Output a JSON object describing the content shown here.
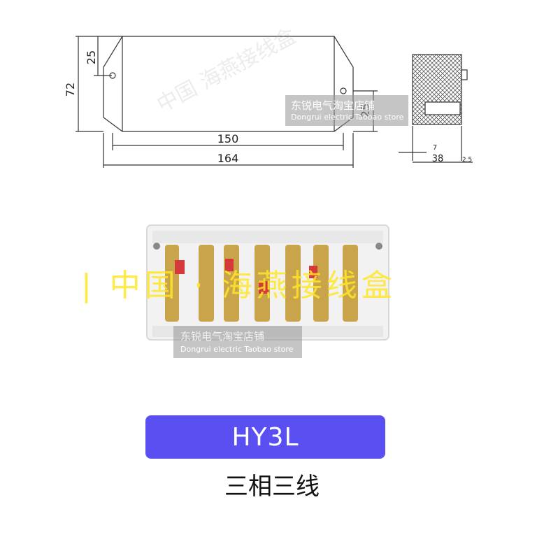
{
  "drawing": {
    "dimensions": {
      "height_total": "72",
      "height_top": "25",
      "height_right": "25",
      "width_inner": "150",
      "width_outer": "164",
      "side_small": "7",
      "side_depth": "38",
      "side_thin": "2.5"
    }
  },
  "watermarks": {
    "shop_cn": "东锐电气淘宝店铺",
    "shop_en": "Dongrui electric Taobao store",
    "product_cn": "| 中国 · 海燕接线盒",
    "diagonal_cn": "中国 海燕接线盒"
  },
  "product": {
    "model": "HY3L",
    "description": "三相三线"
  },
  "colors": {
    "badge": "#5a4ff0",
    "watermark_yellow": "#ffe628"
  }
}
